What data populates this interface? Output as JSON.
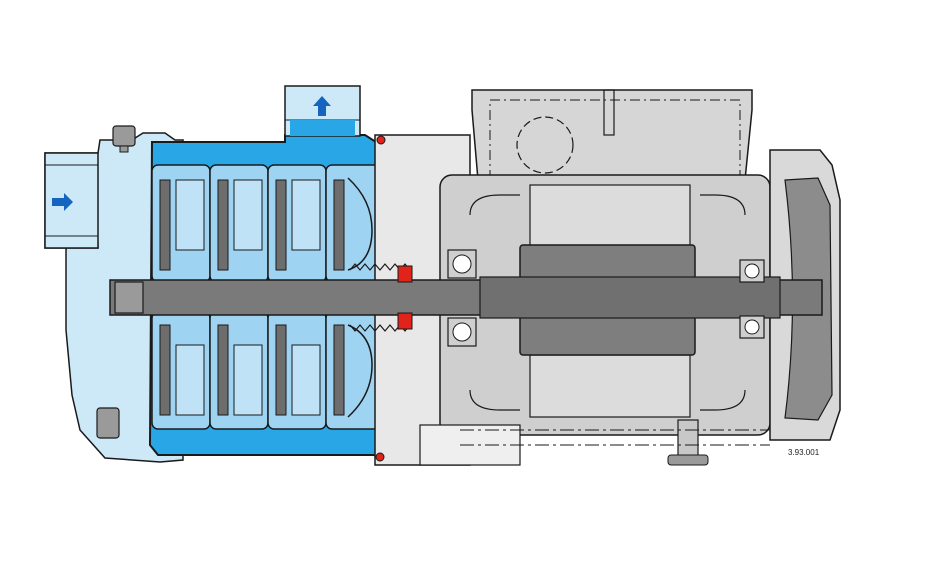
{
  "diagram": {
    "reference_code": "3.93.001",
    "palette": {
      "water_light": "#cde9f8",
      "water_blue": "#29a6e6",
      "impeller_blue": "#9fd3f2",
      "outline": "#1a1a1a",
      "motor_gray": "#cfcfcf",
      "housing_gray": "#dcdcdc",
      "part_gray": "#8a8a8a",
      "shaft_gray": "#7a7a7a",
      "seal_red": "#e2231a",
      "arrow_blue": "#1565c0"
    },
    "arrows": [
      {
        "name": "inlet-arrow",
        "direction": "right"
      },
      {
        "name": "outlet-arrow",
        "direction": "up"
      }
    ]
  }
}
